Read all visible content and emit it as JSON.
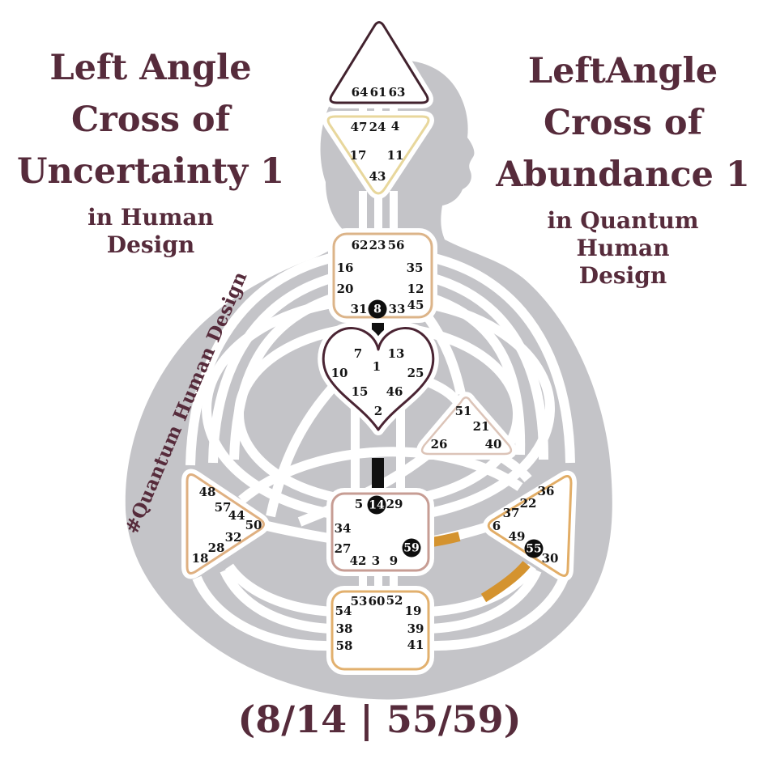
{
  "titles": {
    "left": {
      "line1": "Left Angle",
      "line2": "Cross of",
      "line3": "Uncertainty 1",
      "sub1": "in Human",
      "sub2": "Design"
    },
    "right": {
      "line1": "LeftAngle",
      "line2": "Cross of",
      "line3": "Abundance 1",
      "sub1": "in Quantum",
      "sub2": "Human",
      "sub3": "Design"
    }
  },
  "watermark": "#Quantum Human Design",
  "gates_label": "(8/14 | 55/59)",
  "highlighted_gates": [
    "8",
    "14",
    "55",
    "59"
  ],
  "colors": {
    "title_text": "#562b3b",
    "silhouette": "#c4c4c8",
    "defined_channel": "#111111",
    "highlight_channel": "#d4932f",
    "head_border": "#42222e",
    "ajna_border": "#e8d79c",
    "throat_border": "#dcb489",
    "g_center_border": "#4a2433",
    "will_border": "#dcc4b8",
    "spleen_border": "#dfb081",
    "sacral_border": "#c79d94",
    "solar_plexus_border": "#e2ad66",
    "root_border": "#e2b06e"
  },
  "centers": {
    "head": {
      "gates": [
        "64",
        "61",
        "63"
      ]
    },
    "ajna": {
      "gates": [
        "47",
        "24",
        "4",
        "17",
        "11",
        "43"
      ]
    },
    "throat": {
      "gates": [
        "62",
        "23",
        "56",
        "16",
        "35",
        "20",
        "12",
        "31",
        "8",
        "33",
        "45"
      ]
    },
    "g": {
      "gates": [
        "7",
        "13",
        "1",
        "10",
        "25",
        "15",
        "46",
        "2"
      ]
    },
    "will": {
      "gates": [
        "51",
        "21",
        "26",
        "40"
      ]
    },
    "spleen": {
      "gates": [
        "48",
        "57",
        "44",
        "50",
        "32",
        "28",
        "18"
      ]
    },
    "sacral": {
      "gates": [
        "5",
        "14",
        "29",
        "34",
        "27",
        "42",
        "3",
        "9",
        "59"
      ]
    },
    "solar": {
      "gates": [
        "36",
        "22",
        "37",
        "6",
        "49",
        "55",
        "30"
      ]
    },
    "root": {
      "gates": [
        "53",
        "60",
        "52",
        "54",
        "19",
        "38",
        "39",
        "58",
        "41"
      ]
    }
  }
}
